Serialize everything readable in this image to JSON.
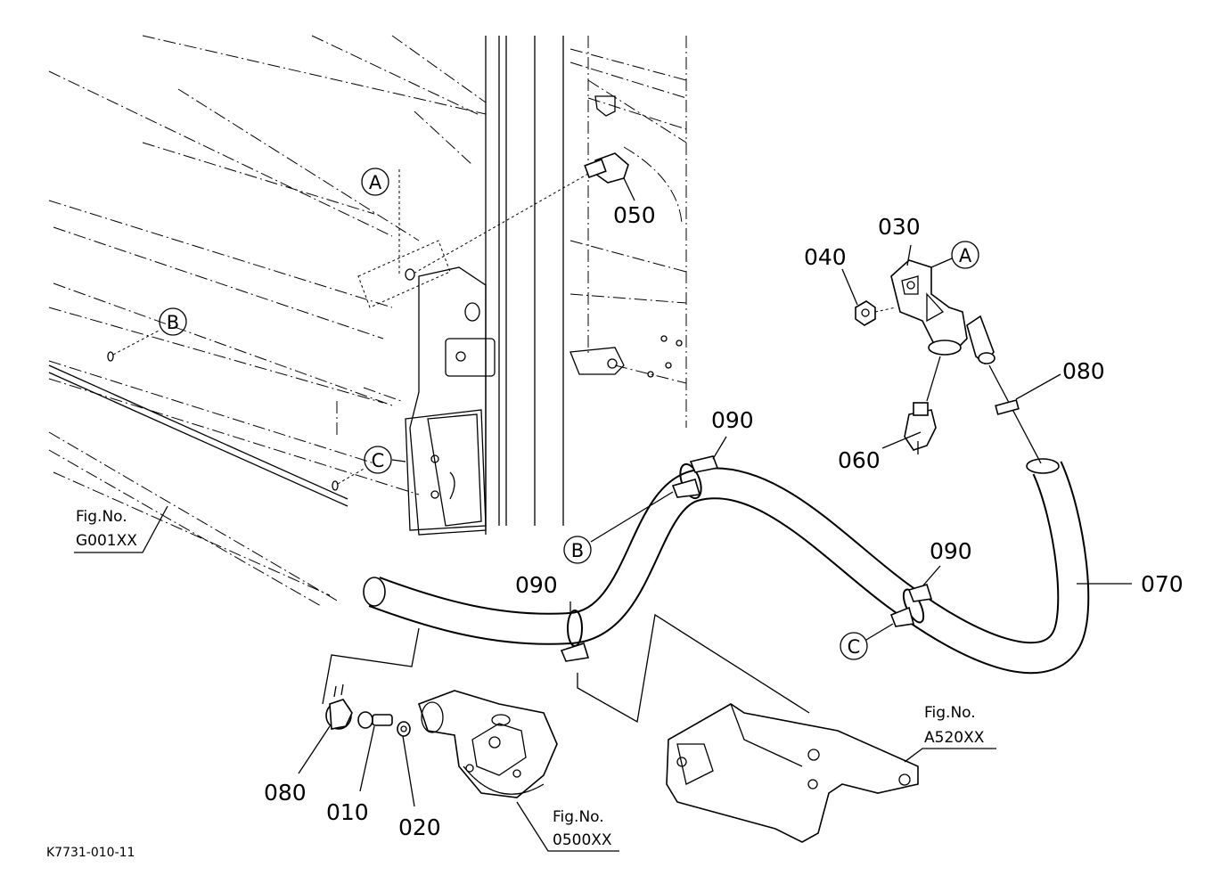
{
  "parts": {
    "p010": "010",
    "p020": "020",
    "p030": "030",
    "p040": "040",
    "p050": "050",
    "p060": "060",
    "p070": "070",
    "p080a": "080",
    "p080b": "080",
    "p090a": "090",
    "p090b": "090",
    "p090c": "090"
  },
  "refs": {
    "a1": "A",
    "a2": "A",
    "b1": "B",
    "b2": "B",
    "c1": "C",
    "c2": "C"
  },
  "figs": {
    "g001": {
      "line1": "Fig.No.",
      "line2": "G001XX"
    },
    "a520": {
      "line1": "Fig.No.",
      "line2": "A520XX"
    },
    "f0500": {
      "line1": "Fig.No.",
      "line2": "0500XX"
    }
  },
  "diagram_code": "K7731-010-11"
}
